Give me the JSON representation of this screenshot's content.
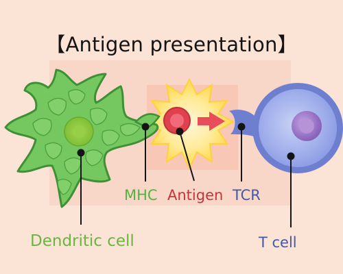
{
  "title": "【Antigen presentation】",
  "labels": {
    "mhc": "MHC",
    "antigen": "Antigen",
    "tcr": "TCR",
    "dendritic_cell": "Dendritic cell",
    "t_cell": "T cell"
  },
  "colors": {
    "background": "#fbe3d6",
    "highlight_box": "#f8c7b9",
    "dendritic_cell": "#74c85f",
    "dendritic_outline": "#3f8f35",
    "t_cell": "#6f7fd0",
    "antigen": "#e0414e",
    "arrow": "#e94c5b",
    "mhc_label": "#55b33d",
    "antigen_label": "#c4343b",
    "tcr_label": "#4259a6"
  }
}
